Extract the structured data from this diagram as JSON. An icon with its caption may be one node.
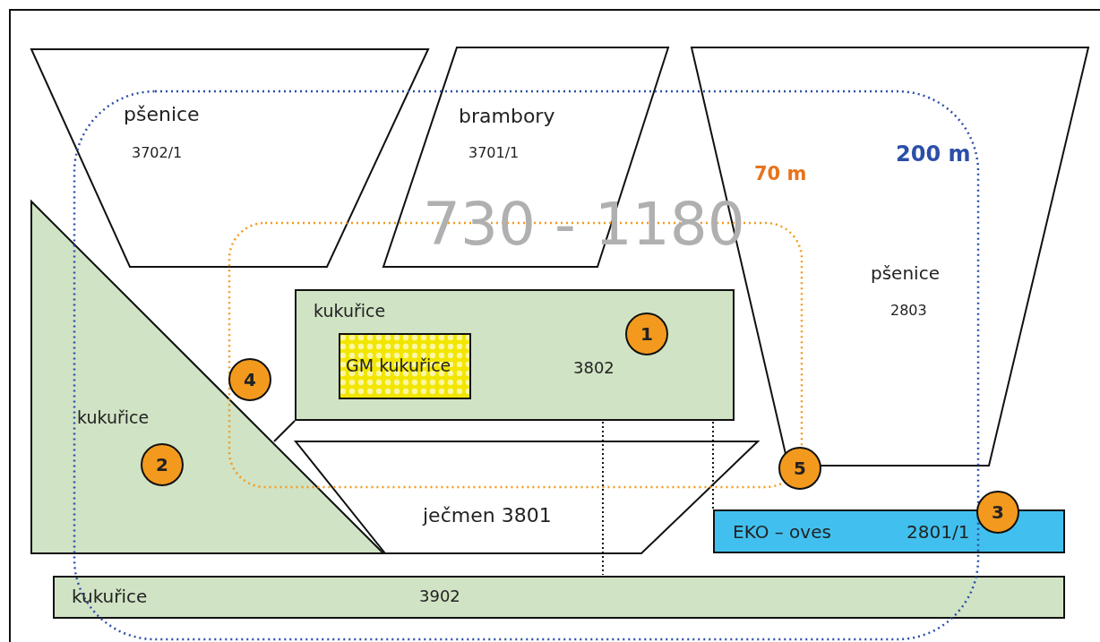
{
  "diagram": {
    "nodes": [
      {
        "text": [
          "pšenice",
          "3702/1"
        ]
      },
      {
        "text": [
          "brambory",
          "3701/1"
        ]
      },
      {
        "text": [
          "pšenice",
          "2803"
        ]
      },
      {
        "text": [
          "kukuřice",
          "3802"
        ]
      },
      {
        "text": [
          "GM kukuřice"
        ],
        "in": 3
      },
      {
        "text": [
          "kukuřice"
        ]
      },
      {
        "text": [
          "ječmen 3801"
        ]
      },
      {
        "text": [
          "EKO – oves",
          "2801/1"
        ]
      },
      {
        "text": [
          "kukuřice",
          "3902"
        ]
      },
      {
        "text": [
          "1"
        ],
        "in": 3
      },
      {
        "text": [
          "2"
        ],
        "in": 5
      },
      {
        "text": [
          "4"
        ]
      },
      {
        "text": [
          "5"
        ]
      },
      {
        "text": [
          "3"
        ]
      }
    ],
    "labels": [
      "200 m",
      "70 m",
      "730 - 1180"
    ]
  }
}
